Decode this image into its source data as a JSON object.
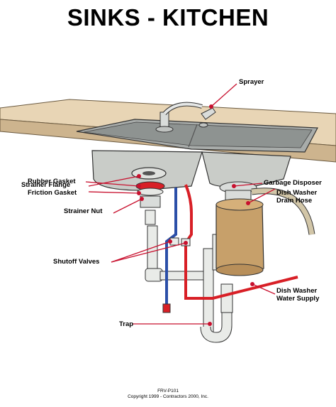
{
  "title": "SINKS - KITCHEN",
  "labels": {
    "sprayer": "Sprayer",
    "strainer_flange": "Strainer Flange",
    "rubber_gasket": "Rubber Gasket",
    "friction_gasket": "Friction Gasket",
    "strainer_nut": "Strainer Nut",
    "shutoff_valves": "Shutoff Valves",
    "trap": "Trap",
    "garbage_disposer": "Garbage Disposer",
    "dish_washer_drain_hose_1": "Dish Washer",
    "dish_washer_drain_hose_2": "Drain Hose",
    "dish_washer_water_supply_1": "Dish Washer",
    "dish_washer_water_supply_2": "Water Supply"
  },
  "footer": {
    "code": "FRV-P101",
    "copyright": "Copyright 1999 - Contractors 2000, Inc."
  },
  "colors": {
    "callout_line": "#c8102e",
    "hot_pipe": "#d81f26",
    "cold_pipe": "#2b4fa8",
    "counter": "#e8d5b5",
    "sink_metal": "#c9ccc8",
    "disposer": "#c7a06a",
    "drain_pipe": "#e9ebe8"
  }
}
